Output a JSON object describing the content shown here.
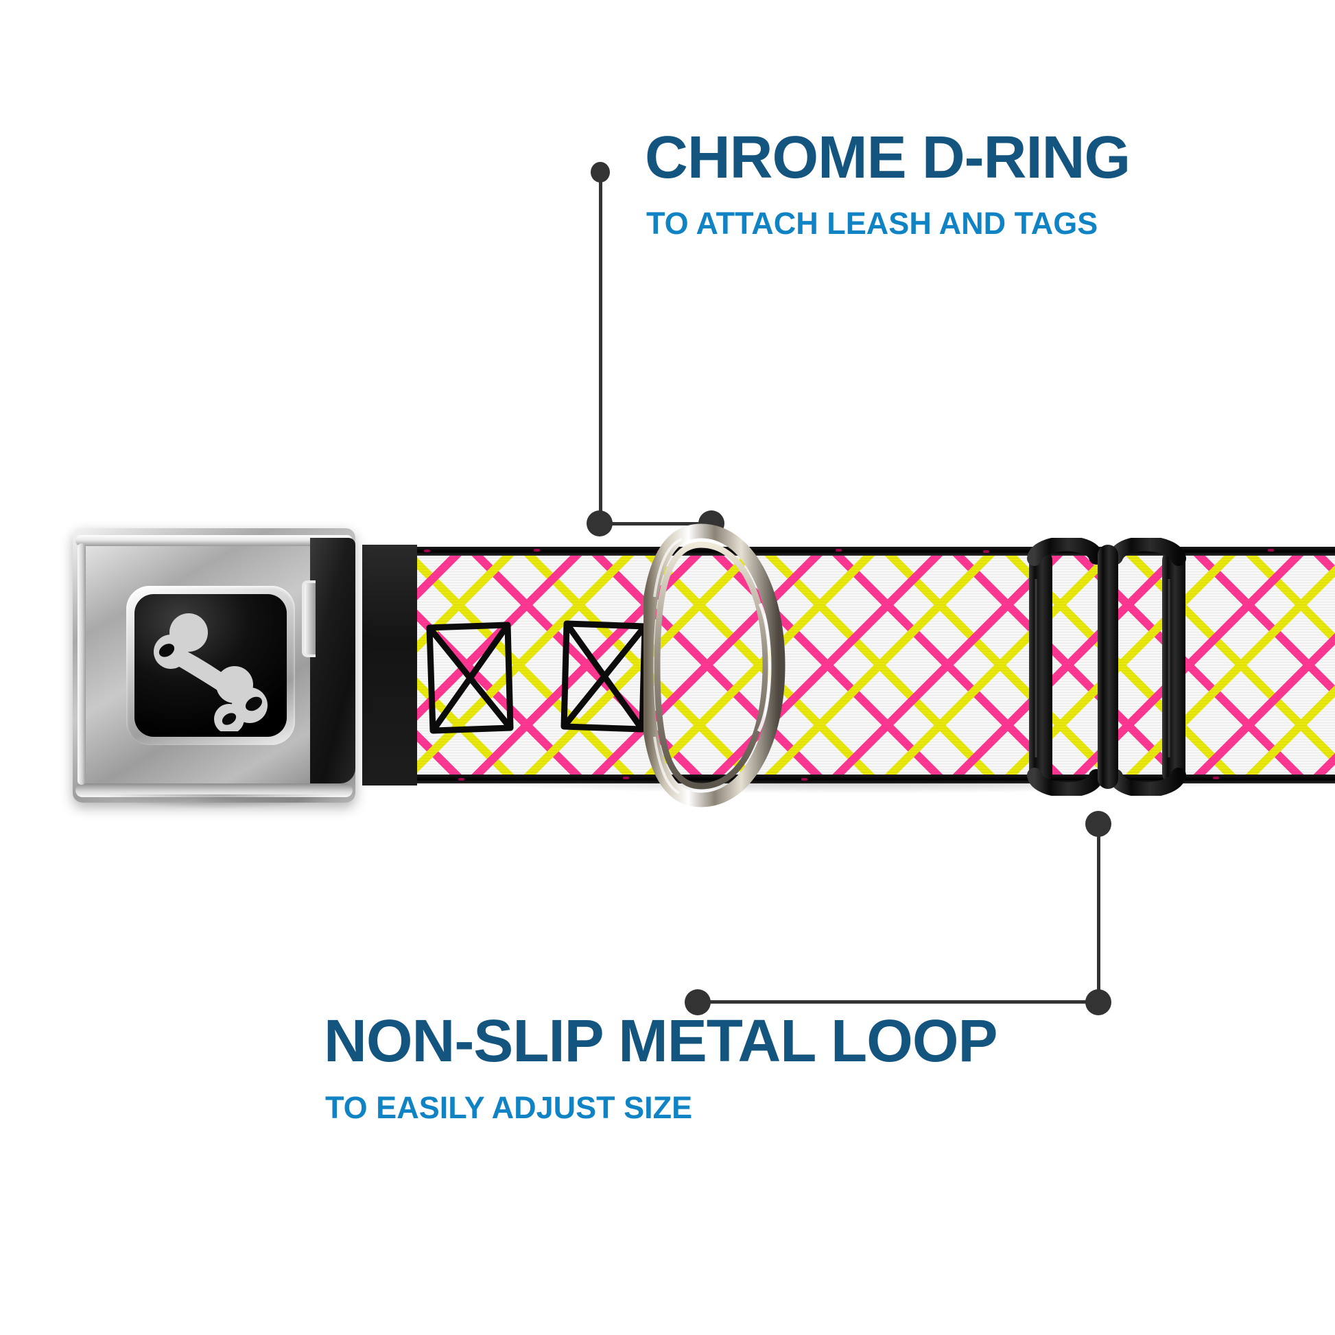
{
  "page": {
    "background_color": "#FFFFFF",
    "product": "dog collar with seatbelt-style buckle"
  },
  "colors": {
    "title_blue": "#14557F",
    "subtitle_blue": "#1083C5",
    "leader_line": "#333333",
    "strap_white": "#F7F7F7",
    "strap_pink": "#FF2D8D",
    "strap_yellow": "#E8E800",
    "strap_edge_black": "#000000",
    "buckle_chrome": "#B8B8B8",
    "buckle_window_black": "#000000",
    "slider_black": "#111111",
    "dring_chrome": "#C9C3B4"
  },
  "callouts": [
    {
      "id": "chrome-d-ring",
      "title": "CHROME D-RING",
      "subtitle": "TO ATTACH LEASH AND TAGS",
      "position": "top-right"
    },
    {
      "id": "non-slip-metal-loop",
      "title": "NON-SLIP METAL LOOP",
      "subtitle": "TO EASILY ADJUST SIZE",
      "position": "bottom-left"
    }
  ],
  "parts": [
    {
      "name": "seatbelt-buckle",
      "icon": "bone-icon",
      "finish": "chrome",
      "logo_color": "#D4D4D4"
    },
    {
      "name": "chrome-d-ring",
      "finish": "chrome"
    },
    {
      "name": "non-slip-metal-loop",
      "finish": "black-metal"
    },
    {
      "name": "collar-strap",
      "pattern": "pink-and-yellow-chevron-zigzag-on-white"
    }
  ]
}
